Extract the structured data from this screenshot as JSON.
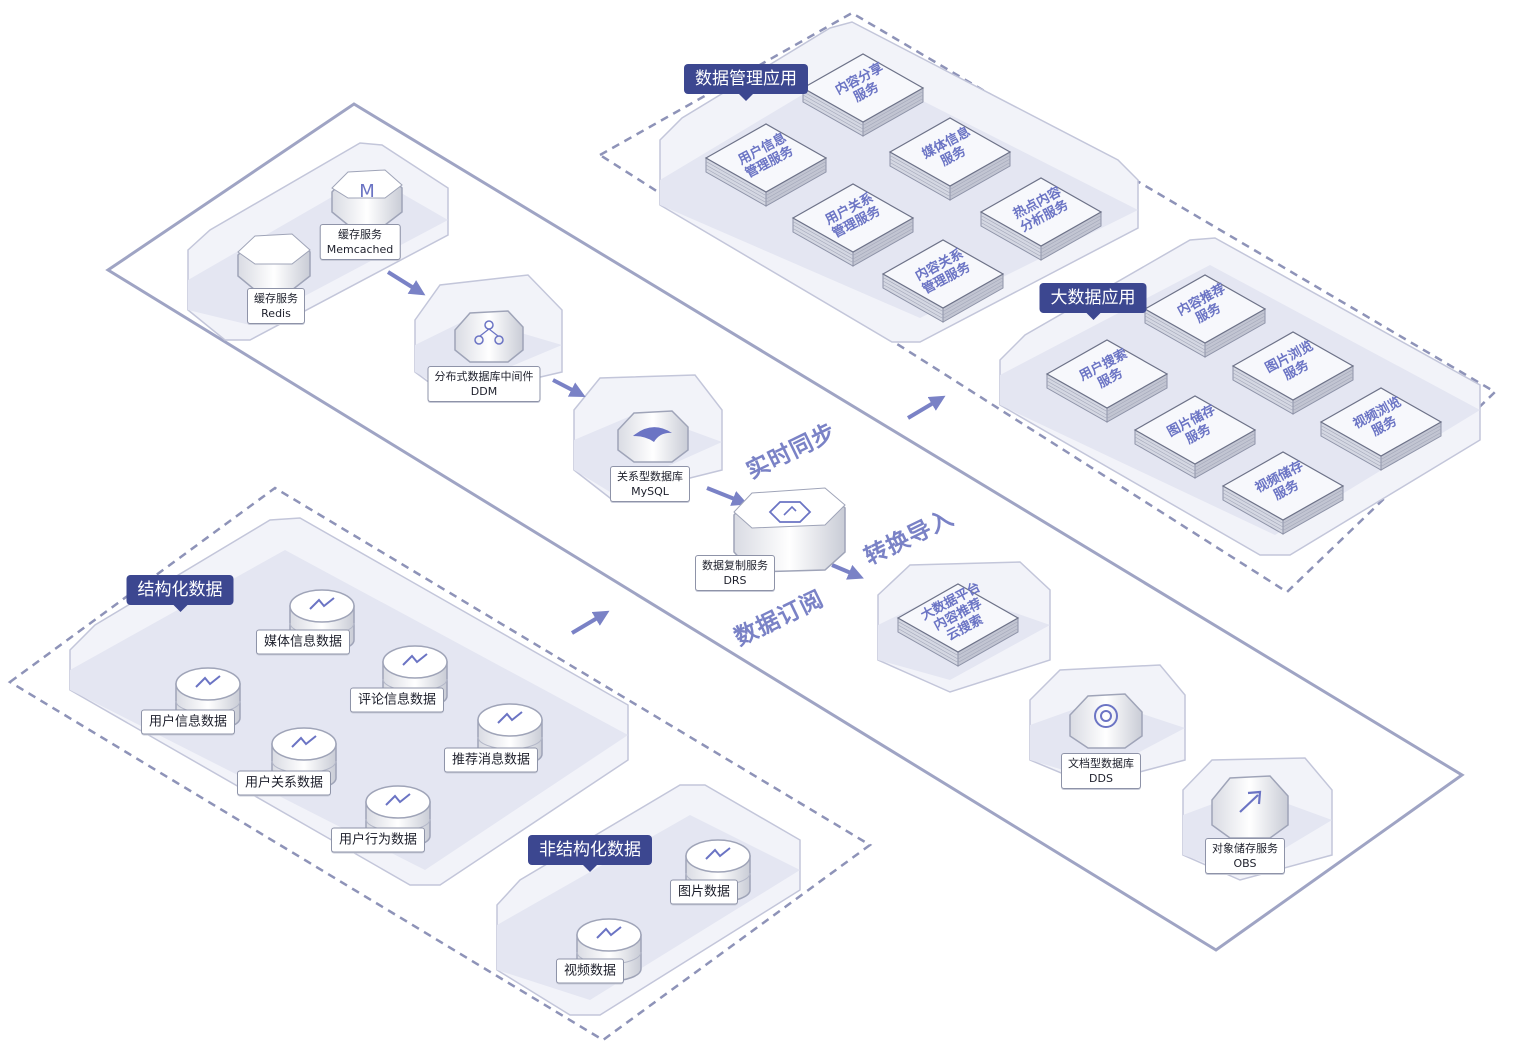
{
  "groups": {
    "data_management": "数据管理应用",
    "big_data": "大数据应用",
    "structured": "结构化数据",
    "unstructured": "非结构化数据"
  },
  "flows": {
    "realtime_sync": "实时同步",
    "data_subscribe": "数据订阅",
    "convert_import": "转换导入"
  },
  "nodes": {
    "redis": {
      "name": "缓存服务",
      "sub": "Redis"
    },
    "memcached": {
      "name": "缓存服务",
      "sub": "Memcached"
    },
    "ddm": {
      "name": "分布式数据库中间件",
      "sub": "DDM"
    },
    "mysql": {
      "name": "关系型数据库",
      "sub": "MySQL"
    },
    "drs": {
      "name": "数据复制服务",
      "sub": "DRS"
    },
    "dds": {
      "name": "文档型数据库",
      "sub": "DDS"
    },
    "obs": {
      "name": "对象储存服务",
      "sub": "OBS"
    }
  },
  "management_services": [
    [
      "内容分享",
      "服务"
    ],
    [
      "用户信息",
      "管理服务"
    ],
    [
      "媒体信息",
      "服务"
    ],
    [
      "用户关系",
      "管理服务"
    ],
    [
      "热点内容",
      "分析服务"
    ],
    [
      "内容关系",
      "管理服务"
    ]
  ],
  "bigdata_services": [
    [
      "内容推荐",
      "服务"
    ],
    [
      "用户搜索",
      "服务"
    ],
    [
      "图片浏览",
      "服务"
    ],
    [
      "图片储存",
      "服务"
    ],
    [
      "视频浏览",
      "服务"
    ],
    [
      "视频储存",
      "服务"
    ]
  ],
  "platform": [
    "大数据平台",
    "内容推荐",
    "云搜索"
  ],
  "structured_items": [
    "媒体信息数据",
    "评论信息数据",
    "用户信息数据",
    "推荐消息数据",
    "用户关系数据",
    "用户行为数据"
  ],
  "unstructured_items": [
    "图片数据",
    "视频数据"
  ],
  "colors": {
    "accent": "#3c4790",
    "flow": "#7a82c6",
    "panel": "#e4e6f2",
    "outline": "#9fa4c4"
  }
}
